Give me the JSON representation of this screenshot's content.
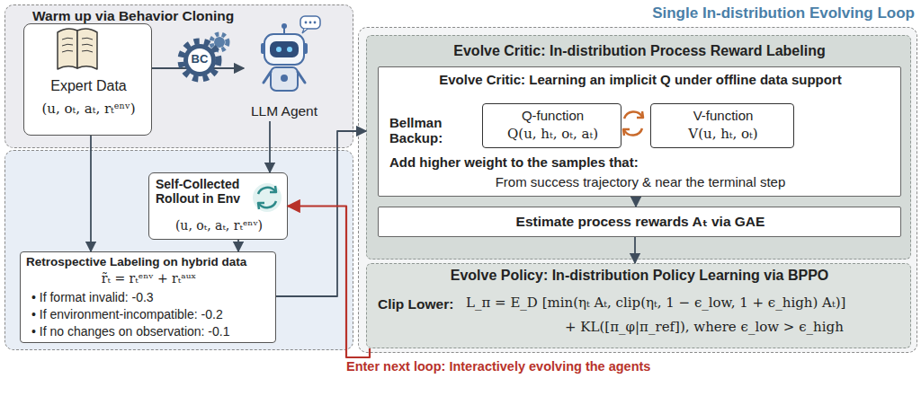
{
  "diagram": {
    "nodes": [
      {
        "text": [
          "Warm up via Behavior Cloning"
        ]
      },
      {
        "text": [
          "Expert Data",
          "(u, oₜ, aₜ, rₜᵉⁿᵛ)"
        ],
        "in": 0
      },
      {
        "text": [
          "LLM Agent"
        ],
        "in": 0
      },
      {
        "text": [
          "Self-Collected Rollout in Env",
          "(u, oₜ, aₜ, rₜᵉⁿᵛ)"
        ]
      },
      {
        "text": [
          "Retrospective Labeling on hybrid data",
          "r̃ₜ = rₜᵉⁿᵛ + rₜᵃᵘˣ",
          "• If format invalid: -0.3",
          "• If environment-incompatible: -0.2",
          "• If no changes on observation: -0.1"
        ]
      },
      {
        "text": [
          "Single In-distribution Evolving Loop"
        ]
      },
      {
        "text": [
          "Evolve Critic: In-distribution Process Reward Labeling"
        ],
        "in": 5
      },
      {
        "text": [
          "Evolve Critic: Learning an implicit Q under offline data support",
          "Bellman Backup:",
          "Add higher weight to the samples that:",
          "From success trajectory & near the terminal step"
        ],
        "in": 6
      },
      {
        "text": [
          "Q-function",
          "Q(u, hₜ, oₜ, aₜ)"
        ],
        "in": 7
      },
      {
        "text": [
          "V-function",
          "V(u, hₜ, oₜ)"
        ],
        "in": 7
      },
      {
        "text": [
          "Estimate process rewards Aₜ via GAE"
        ],
        "in": 6
      },
      {
        "text": [
          "Evolve Policy: In-distribution Policy Learning via BPPO",
          "Clip Lower:",
          "L_π = E_D [min(ηₜ Aₜ, clip(ηₜ, 1 − ϵ_low, 1 + ϵ_high) Aₜ)]",
          "+ KL([π_φ|π_ref]), where ϵ_low > ϵ_high"
        ],
        "in": 5
      }
    ],
    "edges": [
      {
        "from": 1,
        "to": 2,
        "arrow": "to"
      },
      {
        "from": 1,
        "to": 4,
        "arrow": "to"
      },
      {
        "from": 2,
        "to": 3,
        "arrow": "to"
      },
      {
        "from": 3,
        "to": 4,
        "arrow": "to"
      },
      {
        "from": 4,
        "to": 6,
        "arrow": "to"
      },
      {
        "from": 7,
        "to": 10,
        "arrow": "to"
      },
      {
        "from": 10,
        "to": 11,
        "arrow": "to"
      },
      {
        "from": 11,
        "to": 3,
        "arrow": "to",
        "label": "Enter next loop: Interactively evolving the agents"
      }
    ],
    "labels": [
      "BC"
    ]
  }
}
